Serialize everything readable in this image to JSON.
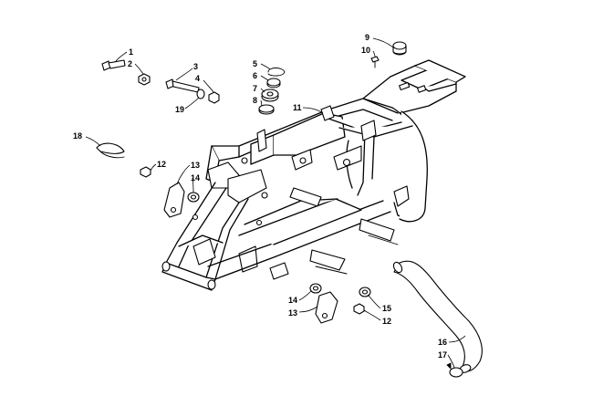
{
  "callouts": [
    {
      "id": "c1",
      "label": "1"
    },
    {
      "id": "c2",
      "label": "2"
    },
    {
      "id": "c3",
      "label": "3"
    },
    {
      "id": "c4",
      "label": "4"
    },
    {
      "id": "c19",
      "label": "19"
    },
    {
      "id": "c5",
      "label": "5"
    },
    {
      "id": "c6",
      "label": "6"
    },
    {
      "id": "c7",
      "label": "7"
    },
    {
      "id": "c8",
      "label": "8"
    },
    {
      "id": "c9",
      "label": "9"
    },
    {
      "id": "c10",
      "label": "10"
    },
    {
      "id": "c11",
      "label": "11"
    },
    {
      "id": "c18",
      "label": "18"
    },
    {
      "id": "c12a",
      "label": "12"
    },
    {
      "id": "c13a",
      "label": "13"
    },
    {
      "id": "c14a",
      "label": "14"
    },
    {
      "id": "c14b",
      "label": "14"
    },
    {
      "id": "c13b",
      "label": "13"
    },
    {
      "id": "c15",
      "label": "15"
    },
    {
      "id": "c12b",
      "label": "12"
    },
    {
      "id": "c16",
      "label": "16"
    },
    {
      "id": "c17",
      "label": "17"
    }
  ]
}
